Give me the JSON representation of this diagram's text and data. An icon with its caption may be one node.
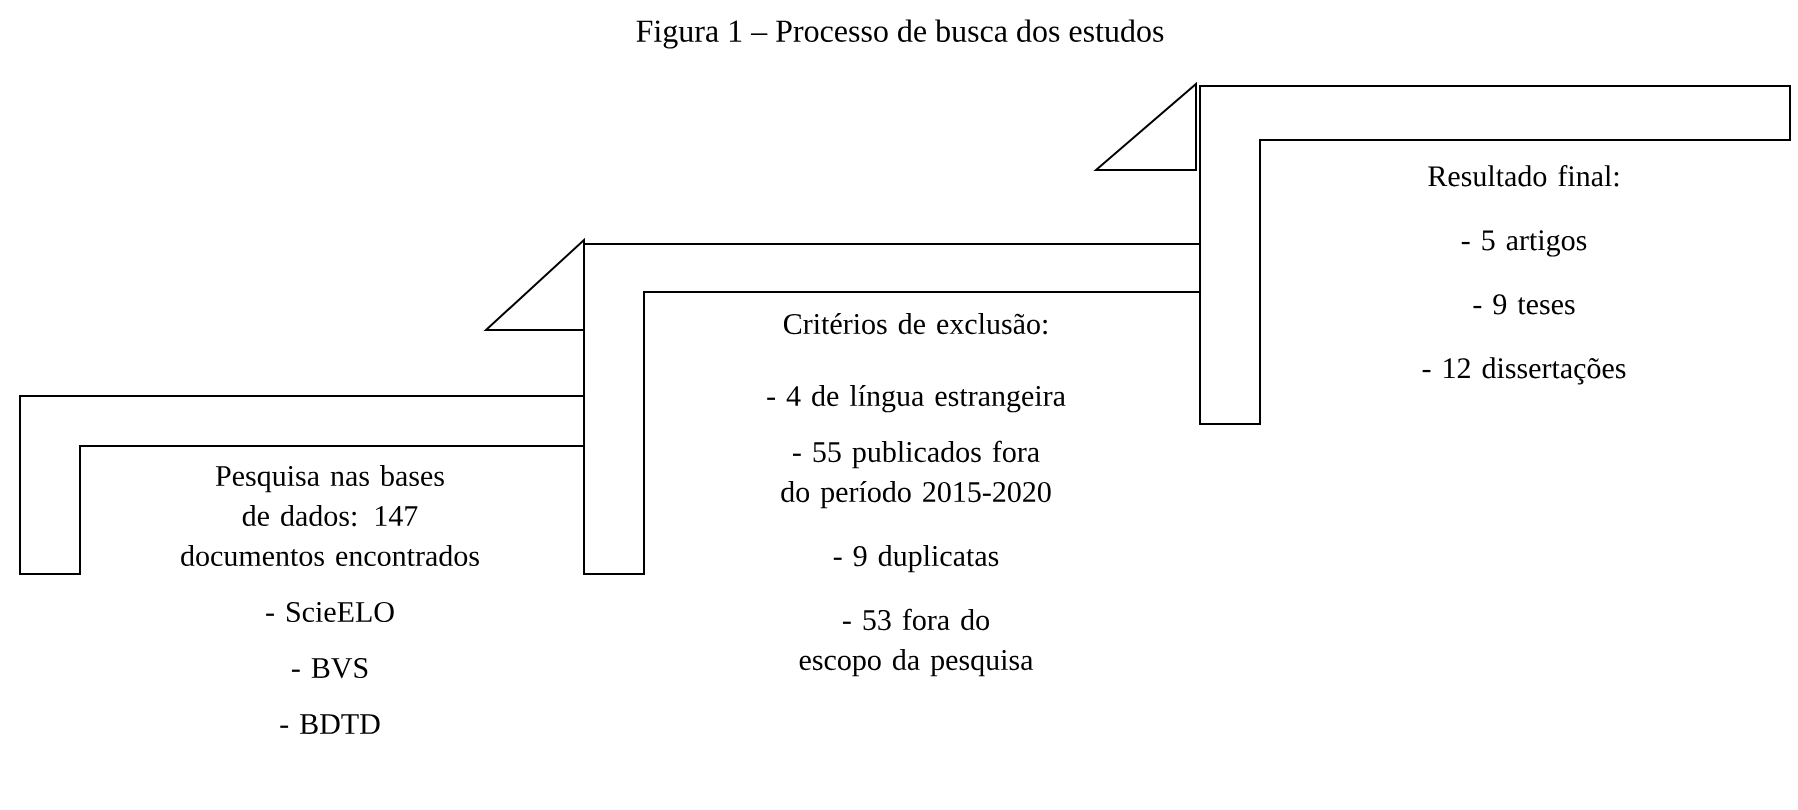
{
  "diagram": {
    "title": "Figura 1 – Processo de busca dos estudos",
    "nodes": [
      {
        "text": [
          "Pesquisa nas bases de dados: 147 documentos encontrados",
          "- ScieELO",
          "- BVS",
          "- BDTD"
        ]
      },
      {
        "text": [
          "Critérios de exclusão:",
          "- 4 de língua estrangeira",
          "- 55 publicados fora do período 2015-2020",
          "- 9 duplicatas",
          "- 53 fora do escopo da pesquisa"
        ]
      },
      {
        "text": [
          "Resultado final:",
          "- 5 artigos",
          "- 9 teses",
          "- 12 dissertações"
        ]
      }
    ]
  }
}
